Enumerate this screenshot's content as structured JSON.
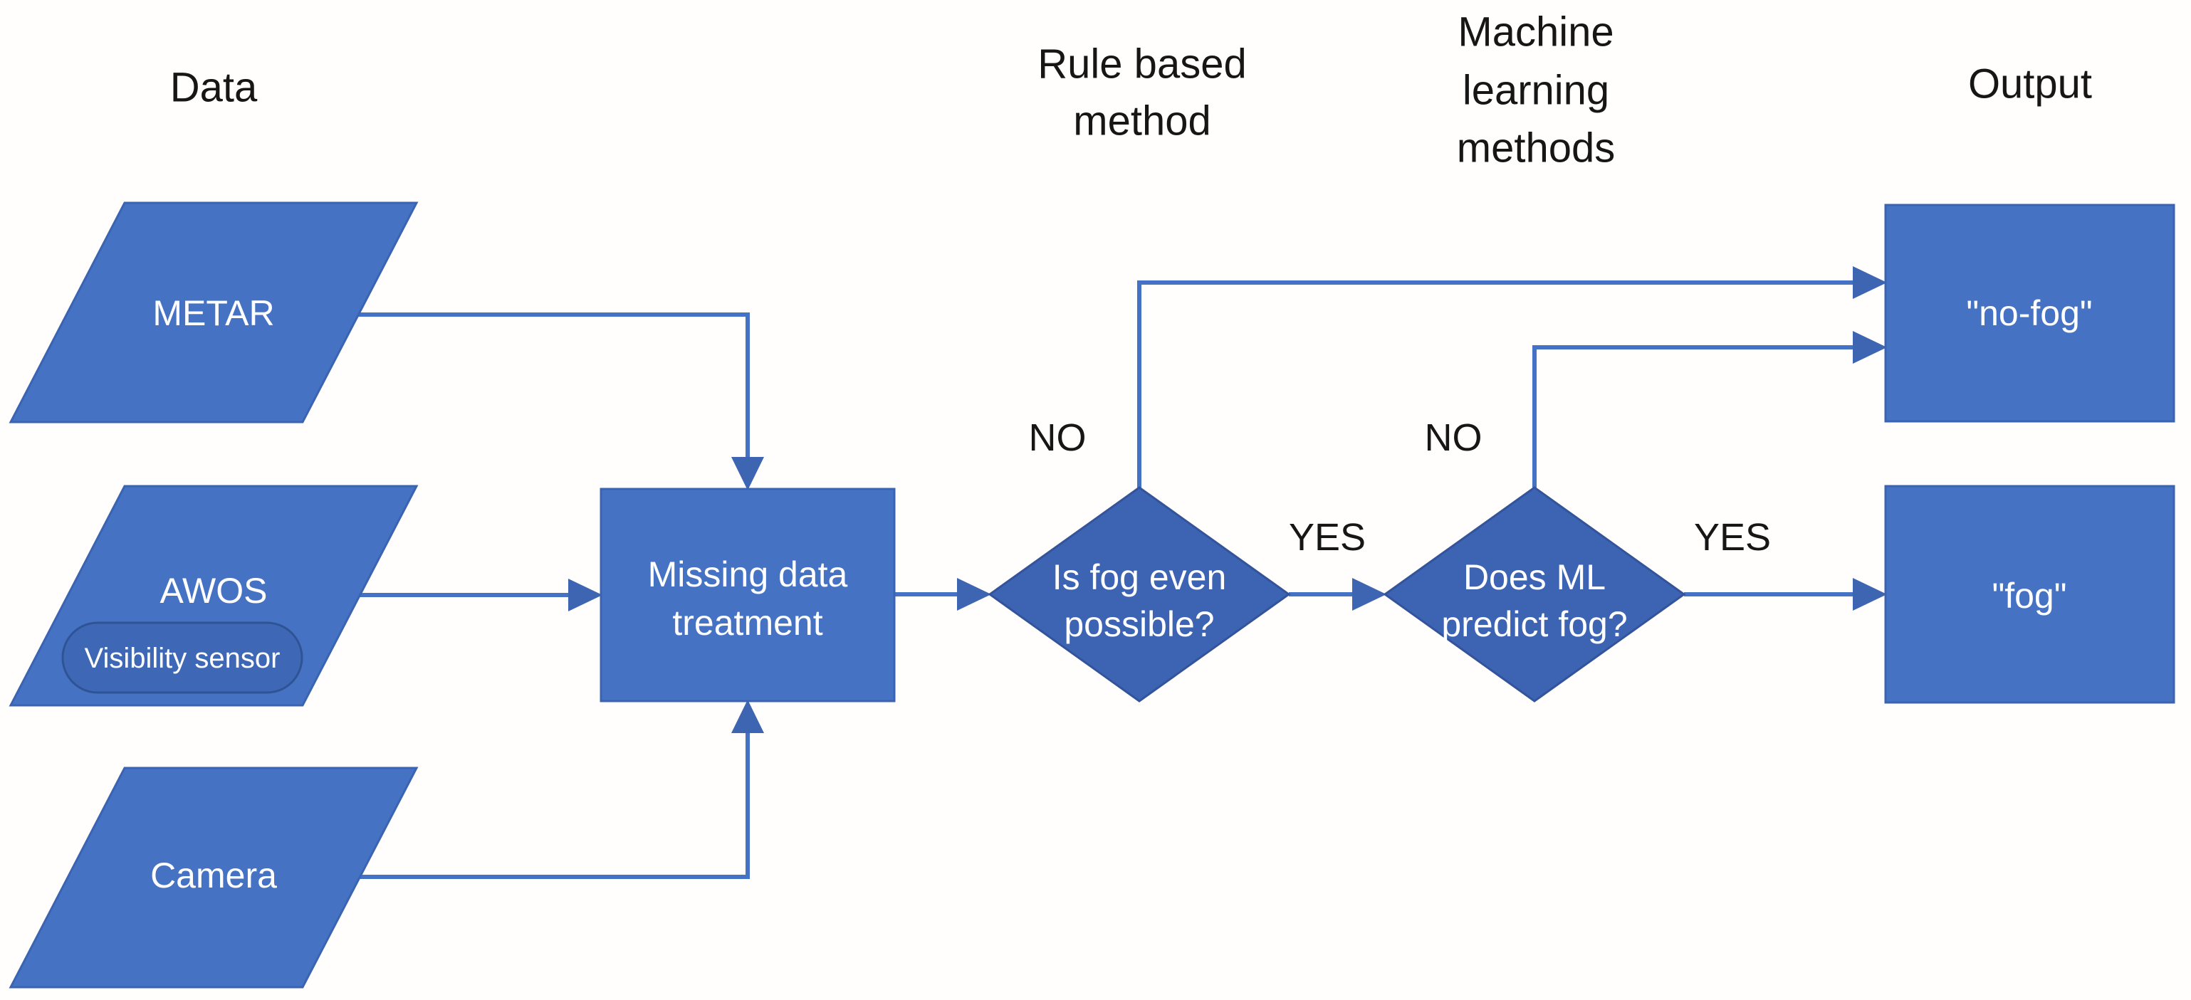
{
  "headers": {
    "data": "Data",
    "rule_based": {
      "line1": "Rule based",
      "line2": "method"
    },
    "machine_learning": {
      "line1": "Machine",
      "line2": "learning",
      "line3": "methods"
    },
    "output": "Output"
  },
  "nodes": {
    "metar": {
      "label": "METAR",
      "type": "parallelogram"
    },
    "awos": {
      "label": "AWOS",
      "sub_label": "Visibility sensor",
      "type": "parallelogram"
    },
    "camera": {
      "label": "Camera",
      "type": "parallelogram"
    },
    "missing_data": {
      "line1": "Missing data",
      "line2": "treatment",
      "type": "process"
    },
    "fog_possible": {
      "line1": "Is fog even",
      "line2": "possible?",
      "type": "decision"
    },
    "ml_predict": {
      "line1": "Does ML",
      "line2": "predict fog?",
      "type": "decision"
    },
    "no_fog_output": {
      "label": "\"no-fog\"",
      "type": "output"
    },
    "fog_output": {
      "label": "\"fog\"",
      "type": "output"
    }
  },
  "edge_labels": {
    "fog_possible_no": "NO",
    "fog_possible_yes": "YES",
    "ml_predict_no": "NO",
    "ml_predict_yes": "YES"
  },
  "colors": {
    "shape_fill": "#4672C4",
    "shape_border": "#3A64B2",
    "diamond_fill": "#3D63B3",
    "diamond_border": "#33549B",
    "pill_fill": "#3E68B5",
    "pill_border": "#2F5496",
    "line": "#4472C4",
    "arrowhead": "#3E65B2",
    "shape_text": "#FFFFFF",
    "label_text": "#161616"
  }
}
